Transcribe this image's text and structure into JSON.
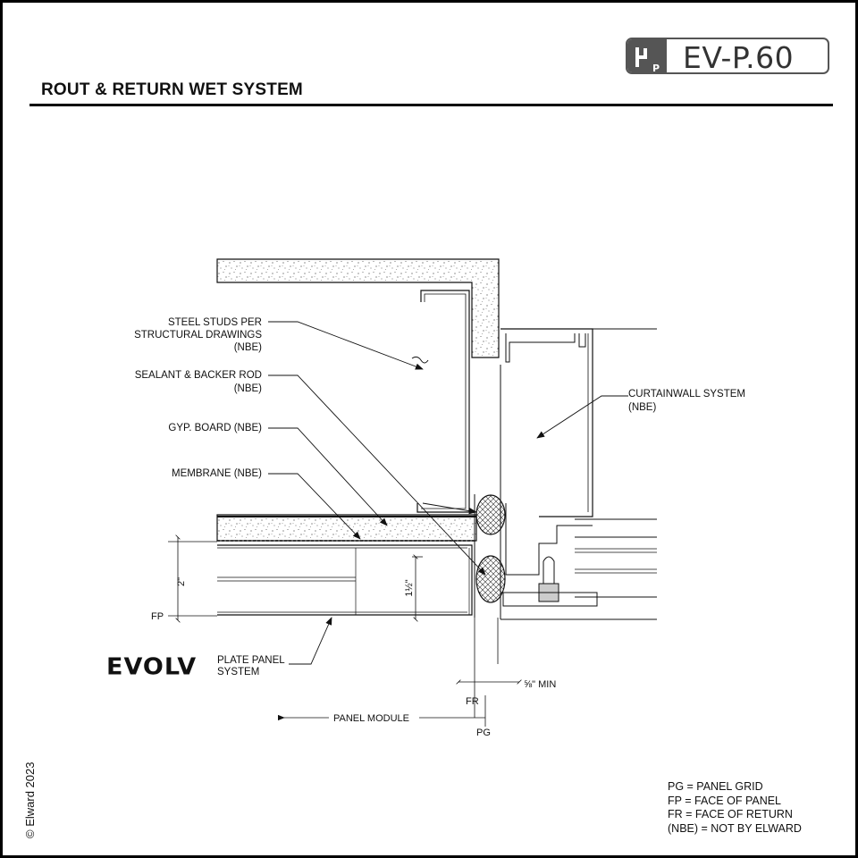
{
  "sheet": {
    "code": "EV-P.60",
    "title": "ROUT & RETURN WET SYSTEM",
    "copyright": "© Elward 2023"
  },
  "callouts": {
    "steel_studs": [
      "STEEL STUDS PER",
      "STRUCTURAL DRAWINGS",
      "(NBE)"
    ],
    "sealant": [
      "SEALANT & BACKER ROD",
      "(NBE)"
    ],
    "gyp_board": [
      "GYP. BOARD (NBE)"
    ],
    "membrane": [
      "MEMBRANE (NBE)"
    ],
    "curtainwall": [
      "CURTAINWALL SYSTEM",
      "(NBE)"
    ]
  },
  "brand": {
    "name": "EVOLV",
    "subtitle": [
      "PLATE PANEL",
      "SYSTEM"
    ]
  },
  "dimensions": {
    "panel_depth": "2\"",
    "return_depth": "1½\"",
    "joint_min": "⅝\" MIN",
    "fp": "FP",
    "fr": "FR",
    "pg": "PG",
    "panel_module": "PANEL MODULE"
  },
  "legend": [
    "PG = PANEL GRID",
    "FP = FACE OF PANEL",
    "FR = FACE OF RETURN",
    "(NBE) = NOT BY ELWARD"
  ],
  "colors": {
    "ink": "#111111",
    "badge_gray": "#555555"
  }
}
